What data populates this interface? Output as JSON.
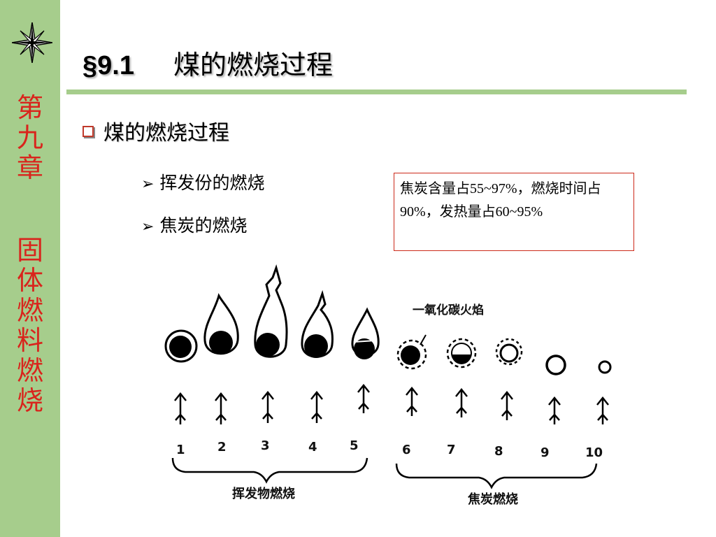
{
  "sidebar": {
    "chapter": [
      "第",
      "九",
      "章"
    ],
    "topic": [
      "固",
      "体",
      "燃",
      "料",
      "燃",
      "烧"
    ]
  },
  "header": {
    "section_number": "§9.1",
    "section_title": "煤的燃烧过程"
  },
  "content": {
    "heading": "煤的燃烧过程",
    "bullets": [
      "挥发份的燃烧",
      "焦炭的燃烧"
    ],
    "note": "焦炭含量占55~97%，燃烧时间占90%，发热量占60~95%"
  },
  "diagram": {
    "co_label": "一氧化碳火焰",
    "stage_numbers": [
      "1",
      "2",
      "3",
      "4",
      "5",
      "6",
      "7",
      "8",
      "9",
      "10"
    ],
    "group1_label": "挥发物燃烧",
    "group2_label": "焦炭燃烧"
  }
}
